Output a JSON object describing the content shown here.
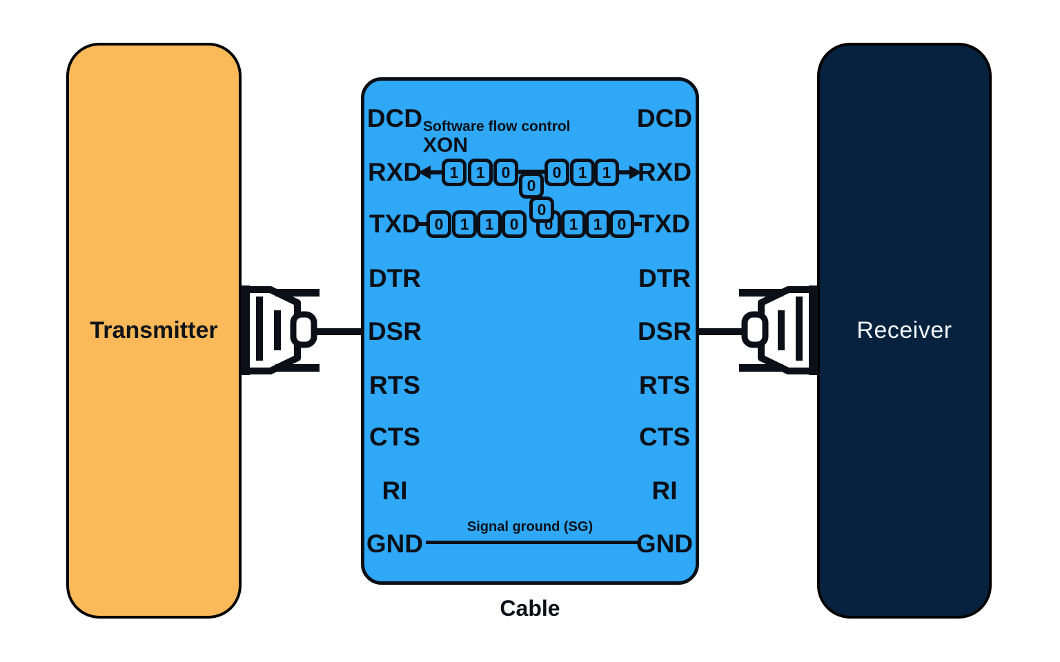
{
  "palette": {
    "ink": "#0B1018",
    "background": "#FFFFFF",
    "transmitter_fill": "#FBB95A",
    "cable_fill": "#2FA8F8",
    "receiver_fill": "#06223E",
    "receiver_text": "#F4F7FA"
  },
  "transmitter": {
    "label": "Transmitter"
  },
  "receiver": {
    "label": "Receiver"
  },
  "cable": {
    "caption": "Cable",
    "flow_control_title": "Software flow control",
    "xon_label": "XON",
    "signal_ground_label": "Signal ground (SG)",
    "left_pins": [
      "DCD",
      "RXD",
      "TXD",
      "DTR",
      "DSR",
      "RTS",
      "CTS",
      "RI",
      "GND"
    ],
    "right_pins": [
      "DCD",
      "RXD",
      "TXD",
      "DTR",
      "DSR",
      "RTS",
      "CTS",
      "RI",
      "GND"
    ],
    "rxd_left_bits": [
      "1",
      "1",
      "0"
    ],
    "crossover_bits": [
      "0",
      "0"
    ],
    "rxd_right_bits": [
      "0",
      "1",
      "1"
    ],
    "txd_bits": [
      "0",
      "1",
      "1",
      "0",
      "0",
      "1",
      "1",
      "0"
    ]
  }
}
